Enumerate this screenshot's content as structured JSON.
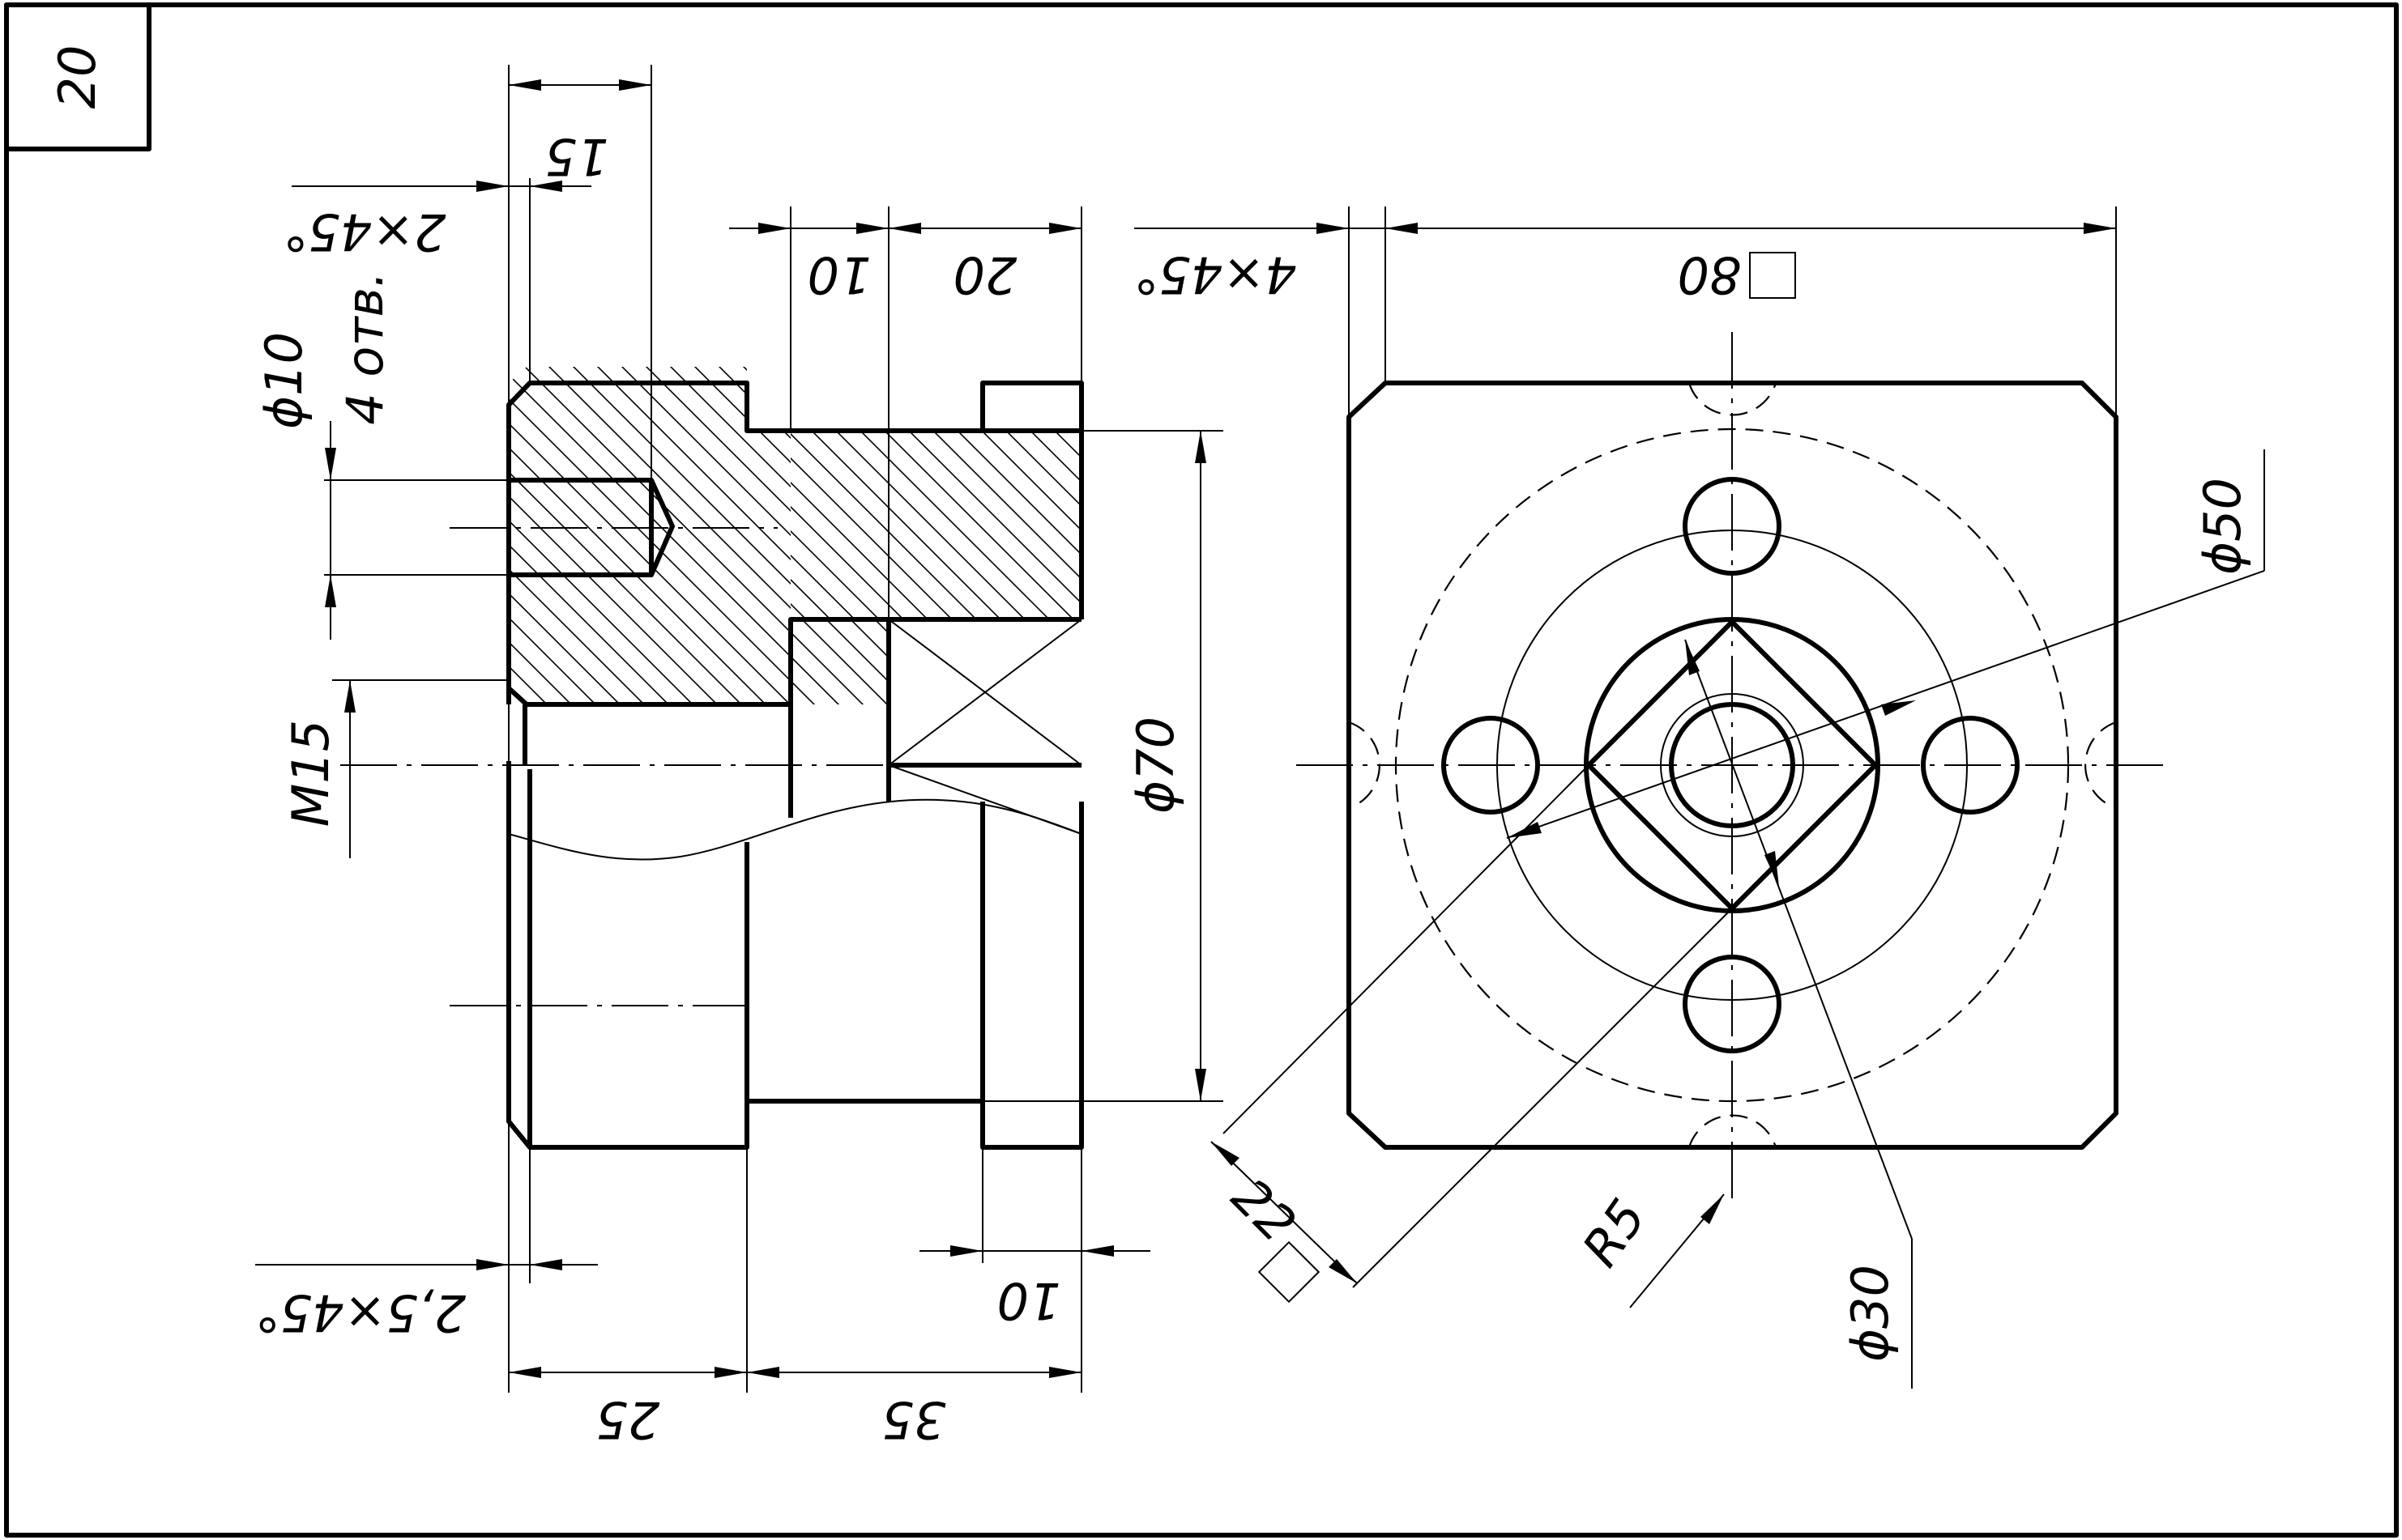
{
  "sheet": {
    "number": "20"
  },
  "section_view": {
    "dims": {
      "d15": "15",
      "ch_2x45": "2×45°",
      "d10": "10",
      "d20": "20",
      "phi10": "ϕ10",
      "holes4": "4 отв.",
      "m15": "M15",
      "phi70": "ϕ70",
      "ch_25x45": "2,5×45°",
      "d10b": "10",
      "d25": "25",
      "d35": "35"
    }
  },
  "front_view": {
    "dims": {
      "ch_4x45": "4×45°",
      "sq80": "80",
      "phi50": "ϕ50",
      "sq22": "22",
      "r5": "R5",
      "phi30": "ϕ30"
    }
  }
}
